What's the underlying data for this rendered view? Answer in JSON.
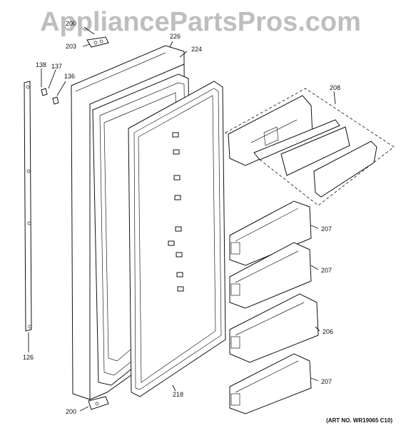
{
  "watermark": "AppliancePartsPros.com",
  "callouts": {
    "c200_top": "200",
    "c203": "203",
    "c226": "226",
    "c224": "224",
    "c138": "138",
    "c137": "137",
    "c136": "136",
    "c208": "208",
    "c207_a": "207",
    "c207_b": "207",
    "c206": "206",
    "c207_c": "207",
    "c126": "126",
    "c218": "218",
    "c200_bottom": "200"
  },
  "art_number": "(ART NO. WR19065 C10)"
}
